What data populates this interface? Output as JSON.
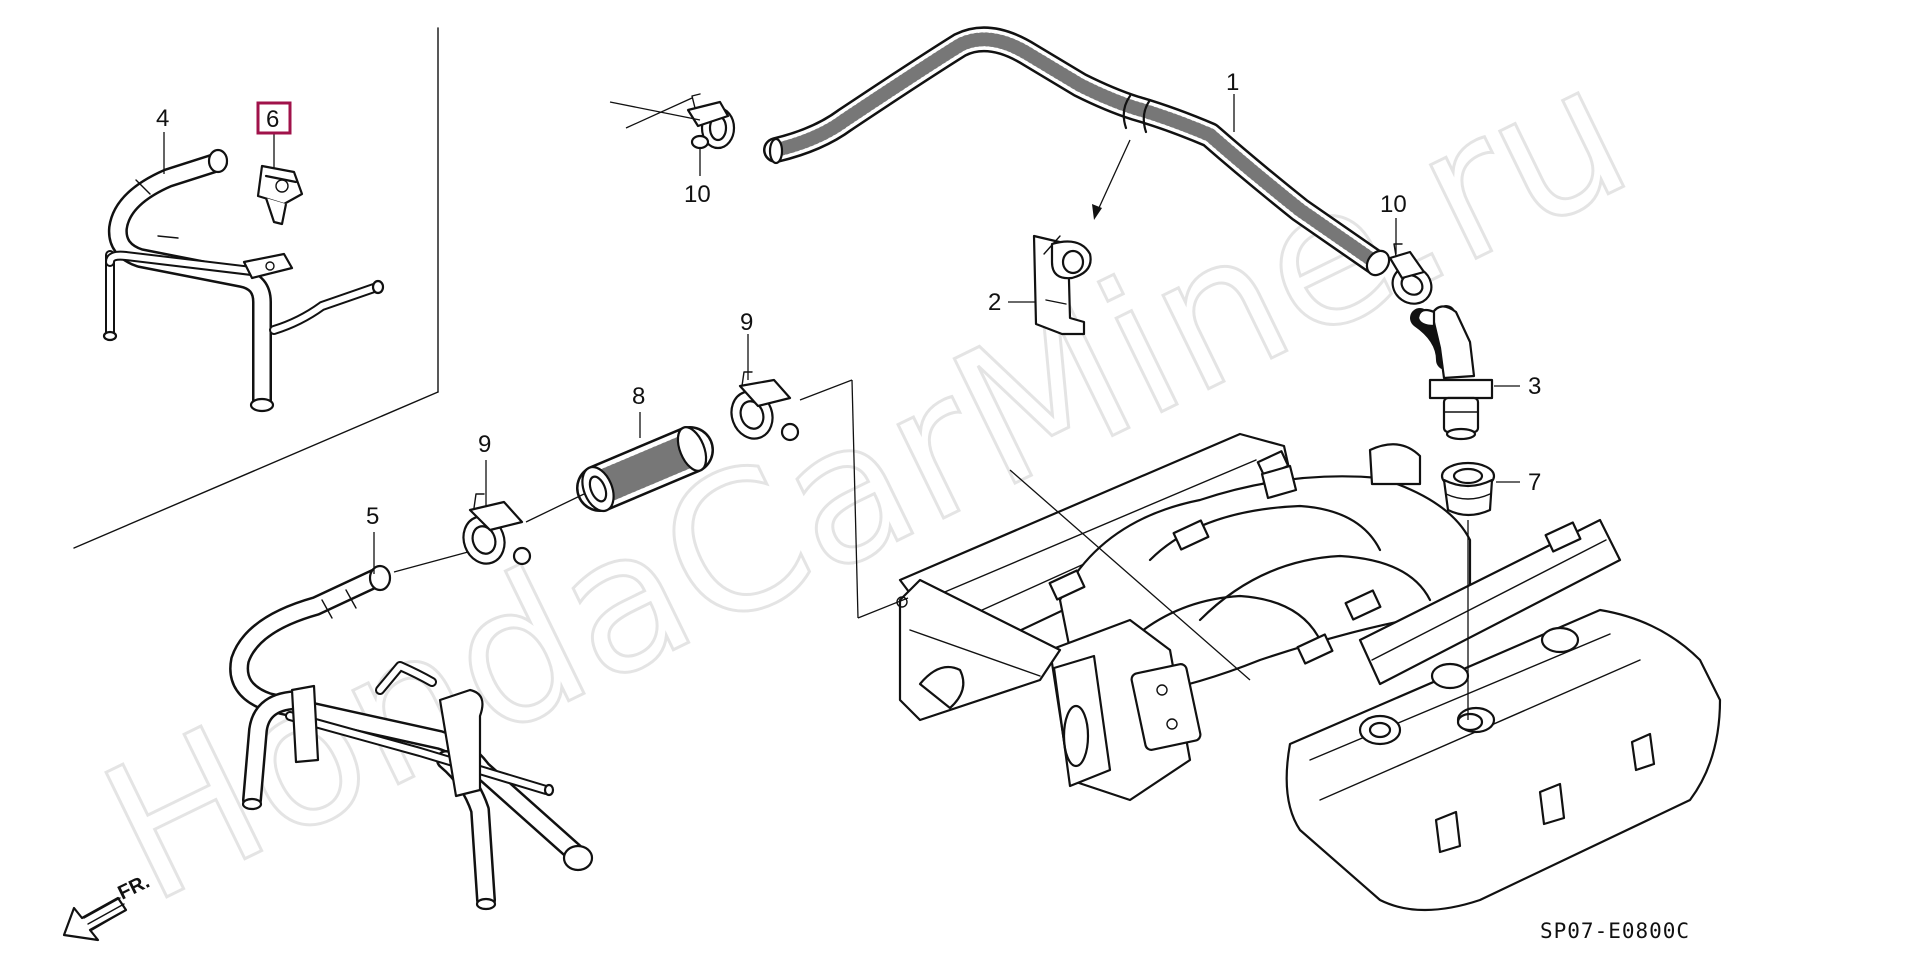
{
  "diagram": {
    "watermark": "HondaCarMine.ru",
    "code": "SP07-E0800C",
    "direction_label": "FR.",
    "highlighted_part": "6",
    "part_labels": {
      "p1": "1",
      "p2": "2",
      "p3": "3",
      "p4": "4",
      "p5": "5",
      "p6": "6",
      "p7": "7",
      "p8": "8",
      "p9a": "9",
      "p9b": "9",
      "p10a": "10",
      "p10b": "10"
    },
    "colors": {
      "line": "#111111",
      "highlight": "#a0124a",
      "watermark": "#e2e2e2"
    }
  }
}
